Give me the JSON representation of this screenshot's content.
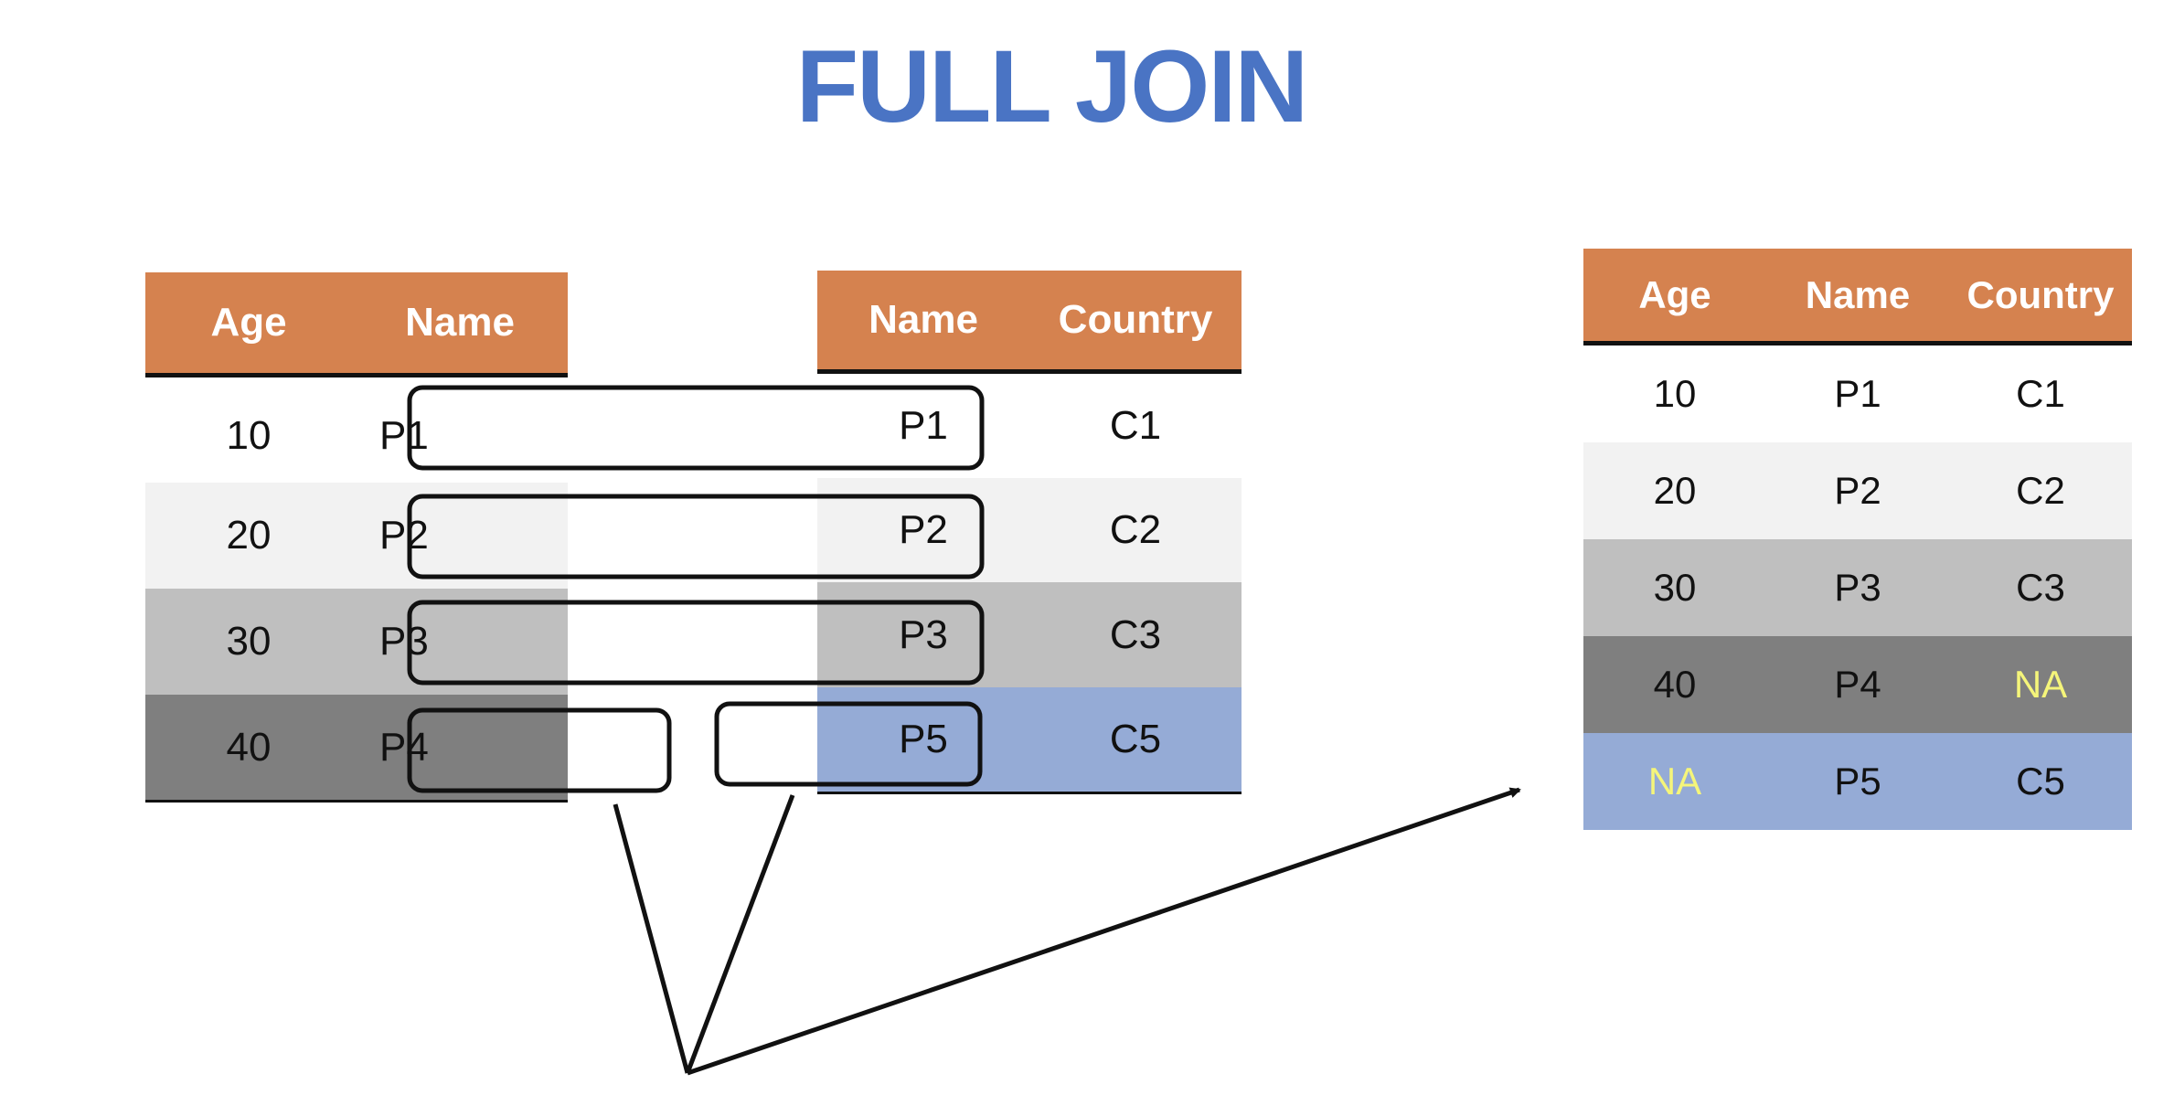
{
  "title": "FULL JOIN",
  "left_table": {
    "headers": [
      "Age",
      "Name"
    ],
    "rows": [
      {
        "age": "10",
        "name": "P1",
        "bg": "#ffffff"
      },
      {
        "age": "20",
        "name": "P2",
        "bg": "#f2f2f2"
      },
      {
        "age": "30",
        "name": "P3",
        "bg": "#bfbfbf"
      },
      {
        "age": "40",
        "name": "P4",
        "bg": "#7f7f7f"
      }
    ]
  },
  "right_table": {
    "headers": [
      "Name",
      "Country"
    ],
    "rows": [
      {
        "name": "P1",
        "country": "C1",
        "bg": "#ffffff"
      },
      {
        "name": "P2",
        "country": "C2",
        "bg": "#f2f2f2"
      },
      {
        "name": "P3",
        "country": "C3",
        "bg": "#bfbfbf"
      },
      {
        "name": "P5",
        "country": "C5",
        "bg": "#95abd6"
      }
    ]
  },
  "result_table": {
    "headers": [
      "Age",
      "Name",
      "Country"
    ],
    "rows": [
      {
        "age": "10",
        "name": "P1",
        "country": "C1",
        "bg": "#ffffff"
      },
      {
        "age": "20",
        "name": "P2",
        "country": "C2",
        "bg": "#f2f2f2"
      },
      {
        "age": "30",
        "name": "P3",
        "country": "C3",
        "bg": "#bfbfbf"
      },
      {
        "age": "40",
        "name": "P4",
        "country": "NA",
        "bg": "#7f7f7f"
      },
      {
        "age": "NA",
        "name": "P5",
        "country": "C5",
        "bg": "#95abd6"
      }
    ]
  },
  "colors": {
    "title": "#4a74c4",
    "header": "#d5824f",
    "na_text": "#f5f57a"
  }
}
